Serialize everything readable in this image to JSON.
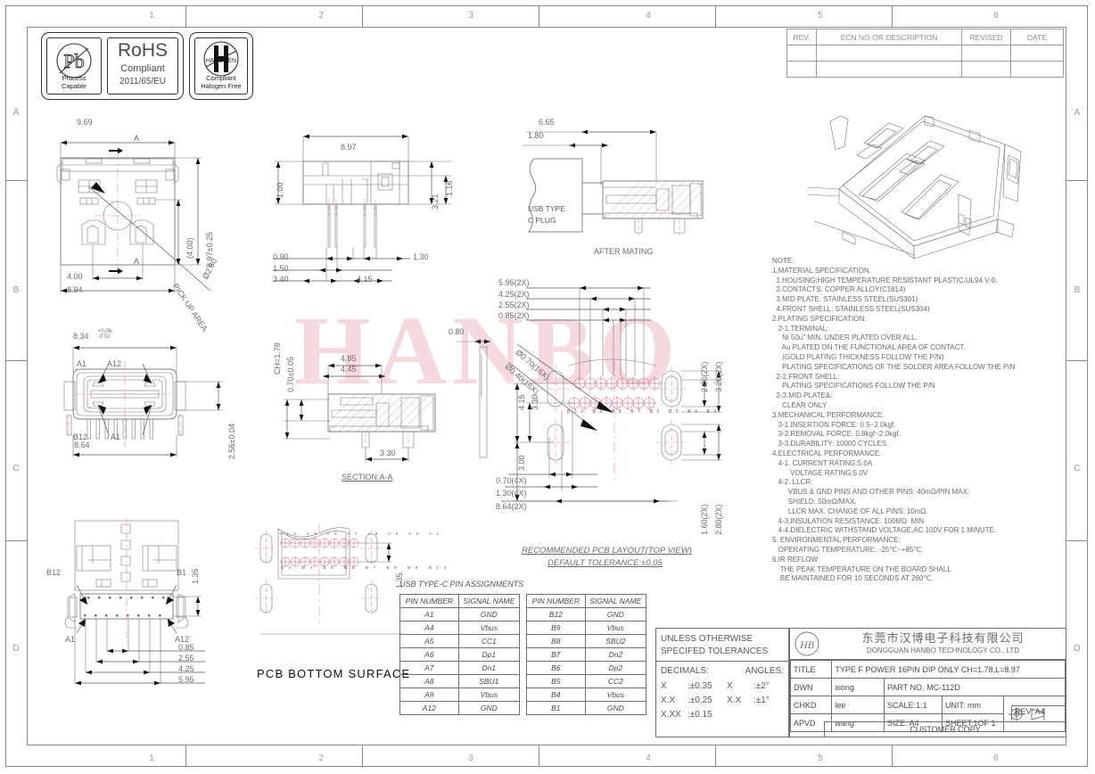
{
  "sheet": {
    "zone_columns": [
      "1",
      "2",
      "3",
      "4",
      "5",
      "6"
    ],
    "zone_rows": [
      "A",
      "B",
      "C",
      "D"
    ]
  },
  "badges": {
    "pb": {
      "symbol": "Pb",
      "line1": "Process",
      "line2": "Capable"
    },
    "rohs": {
      "line1": "RoHS",
      "line2": "Compliant",
      "line3": "2011/65/EU"
    },
    "halogen": {
      "symbol": "H",
      "ring_text": "Halogen",
      "line1": "Compliant",
      "line2": "Halogen Free"
    }
  },
  "revision_table": {
    "headers": [
      "REV.",
      "ECN NO OR DESCRIPTION",
      "REVISED",
      "DATE"
    ],
    "rows": [
      [
        "",
        "",
        "",
        ""
      ],
      [
        "",
        "",
        "",
        ""
      ]
    ]
  },
  "views": {
    "top_view": {
      "dims": [
        "9.69",
        "8.97±0.25",
        "(4.00)",
        "4.00",
        "8.94"
      ],
      "section_marks": [
        "A",
        "A"
      ],
      "pickup_label": "PICK UP AREA",
      "pickup_dia": "Ø2.50"
    },
    "front_view": {
      "dims": [
        "8.34",
        "+0.06",
        "-0.02",
        "8.64",
        "2.56±0.04"
      ],
      "pin_labels": [
        "A1",
        "A12",
        "B12",
        "A1"
      ]
    },
    "bottom_view": {
      "pin_labels": [
        "B12",
        "B1",
        "A1",
        "A12"
      ],
      "dims": [
        "1.35",
        "0.85",
        "2.55",
        "4.25",
        "5.95"
      ]
    },
    "side_view": {
      "dims": [
        "8.97",
        "1.00",
        "1.16",
        "3.21",
        "0.90",
        "1.50",
        "3.40",
        "4.15",
        "1.30"
      ]
    },
    "section_view": {
      "title": "SECTION:A-A",
      "dims": [
        "CH=1.78",
        "0.70±0.05",
        "4.85",
        "4.45",
        "3.30",
        "0.80"
      ]
    },
    "mating_view": {
      "title": "AFTER MATING",
      "plug_label": "USB TYPE\nC PLUG",
      "dims": [
        "6.65",
        "1.80"
      ]
    },
    "pcb_layout": {
      "title": "RECOMMENDED PCB LAYOUT(TOP VIEW)",
      "subtitle": "DEFAULT TOLERANCE:±0.05",
      "dims_left": [
        "5.95(2X)",
        "4.25(2X)",
        "2.55(2X)",
        "0.85(2X)",
        "4.15",
        "3.30",
        "3.00",
        "0.70(4X)",
        "1.30(4X)",
        "8.64(2X)"
      ],
      "dims_right": [
        "2.00(2X)",
        "3.20(2X)",
        "1.60(2X)",
        "2.80(2X)"
      ],
      "hole_callouts": [
        "Ø0.70(16X)",
        "Ø0.40(16X)"
      ],
      "pad_labels_bottom": [
        "B12",
        "B9",
        "B8",
        "B7",
        "B6",
        "B5",
        "B4",
        "B1"
      ]
    },
    "pcb_bottom": {
      "title": "PCB BOTTOM SURFACE",
      "dim": "1.35",
      "pad_labels_top": [
        "A12",
        "A9",
        "A8",
        "A7",
        "A6",
        "A5",
        "A4",
        "A1"
      ],
      "pad_labels_bottom": [
        "B1",
        "B4",
        "B5",
        "B6",
        "B7",
        "B8",
        "B9",
        "B12"
      ]
    }
  },
  "notes": {
    "heading": "NOTE:",
    "lines": [
      "1.MATERIAL SPECIFICATION.",
      "  1.HOUSING:HIGH TEMPERATURE RESISTANT PLASTIC,UL94 V-0.",
      "  2.CONTACTS. COPPER ALLOY(C1814)",
      "  3.MID PLATE: STAINLESS STEEL(SUS301)",
      "  4.FRONT SHELL: STAINLESS STEEL(SUS304)",
      "2.PLATING SPECIFICATION:",
      "   2-1.TERMINAL:",
      "     Ni 50u\" MIN. UNDER PLATED OVER ALL.",
      "     Au PLATED ON THE FUNCTIONAL AREA OF CONTACT.",
      "     (GOLD PLATING THICKNESS FOLLOW THE P/N)",
      "     PLATING SPECIFICATIONS OF THE SOLDER AREA FOLLOW THE P/N",
      "  2-2.FRONT SHELL:",
      "     PLATING SPECIFICATIONS FOLLOW THE P/N",
      "  2-3.MID PLATE&:",
      "     CLEAR ONLY",
      "3.MECHANICAL PERFORMANCE.",
      "   3-1.INSERTION FORCE: 0.5~2.0kgf.",
      "   3-2.REMOVAL FORCE: 0.8kgf~2.0kgf.",
      "   3-3.DURABILITY: 10000 CYCLES.",
      "4.ELECTRICAL PERFORMANCE.",
      "   4-1. CURRENT RATING:5.0A",
      "         VOLTAGE RATING:5.0V",
      "   4-2. LLCR:",
      "        VBUS & GND PINS AND OTHER PINS: 40mΩ/PIN MAX.",
      "        SHIELD: 50mΩ/MAX.",
      "        LLCR MAX. CHANGE OF ALL PINS: 10mΩ.",
      "   4-3.INSULATION RESISTANCE: 100MΩ  MIN",
      "   4-4.DIELECTRIC WITHSTAND VOLTAGE,AC 100V FOR 1 MINUTE.",
      "5. ENVIRONMENTAL PERFORMANCE:",
      "   OPERATING TEMPERATURE: -25℃~+85℃.",
      "6.IR REFLOW:",
      "    THE PEAK TEMPERATURE ON THE BOARD SHALL",
      "    BE MAINTAINED FOR 10 SECONDS AT 260℃."
    ]
  },
  "pin_assignments": {
    "caption": "USB TYPE-C PIN ASSIGNMENTS",
    "headers": [
      "PIN NUMBER",
      "SIGNAL NAME"
    ],
    "left_rows": [
      [
        "A1",
        "GND"
      ],
      [
        "A4",
        "Vbus"
      ],
      [
        "A5",
        "CC1"
      ],
      [
        "A6",
        "Dp1"
      ],
      [
        "A7",
        "Dn1"
      ],
      [
        "A8",
        "SBU1"
      ],
      [
        "A9",
        "Vbus"
      ],
      [
        "A12",
        "GND"
      ]
    ],
    "right_rows": [
      [
        "B12",
        "GND"
      ],
      [
        "B9",
        "Vbus"
      ],
      [
        "B8",
        "SBU2"
      ],
      [
        "B7",
        "Dn2"
      ],
      [
        "B6",
        "Dp2"
      ],
      [
        "B5",
        "CC2"
      ],
      [
        "B4",
        "Vbus"
      ],
      [
        "B1",
        "GND"
      ]
    ]
  },
  "tolerance_block": {
    "title_line1": "UNLESS OTHERWISE",
    "title_line2": "SPECIFED TOLERANCES",
    "decimals_label": "DECIMALS:",
    "angles_label": "ANGLES:",
    "rows": [
      {
        "dec_key": "X",
        "dec_val": ":±0.35",
        "ang_key": "X",
        "ang_val": ":±2°"
      },
      {
        "dec_key": "X.X",
        "dec_val": ":±0.25",
        "ang_key": "X.X",
        "ang_val": ":±1°"
      },
      {
        "dec_key": "X.XX",
        "dec_val": ":±0.15",
        "ang_key": "",
        "ang_val": ""
      }
    ]
  },
  "title_block": {
    "company_cn": "东莞市汉博电子科技有限公司",
    "company_en": "DONGGUAN HANBO TECHNOLOGY CO., LTD",
    "logo_text": "HB",
    "title_label": "TITLE",
    "title_value": "TYPE F POWER 16PIN DIP ONLY CH=1.78,L=8.97",
    "dwn_label": "DWN",
    "dwn_value": "xiong",
    "chkd_label": "CHKD",
    "chkd_value": "lee",
    "apvd_label": "APVD",
    "apvd_value": "wang",
    "part_no_label": "PART NO.",
    "part_no_value": "MC-112D",
    "scale_label": "SCALE:1:1",
    "unit_label": "UNIT:",
    "unit_value": "mm",
    "size_label": "SIZE: A4",
    "sheet_label": "SHEET:1OF 1",
    "rev_label": "REV: A4",
    "projection_icon": "first-angle-projection",
    "footer": "CUSTOMER COPY"
  },
  "watermark": "HANBO"
}
